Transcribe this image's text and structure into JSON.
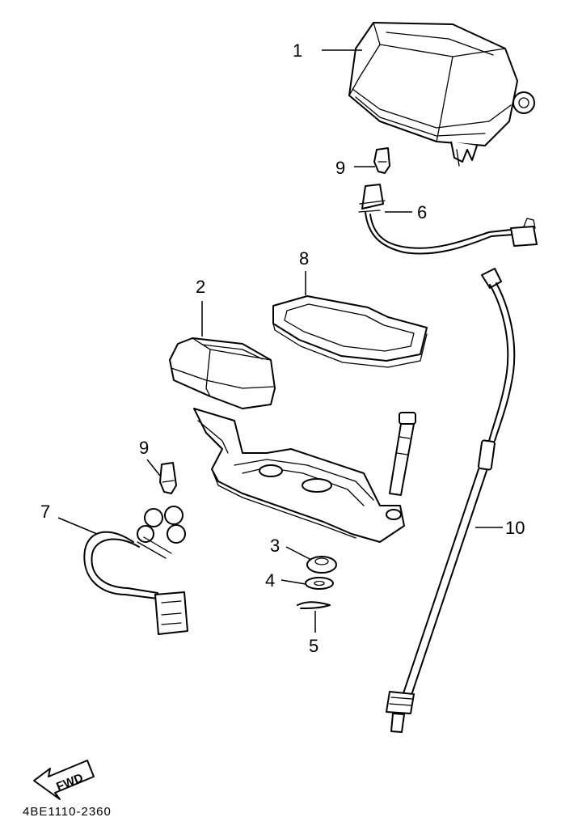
{
  "diagram": {
    "part_number": "4BE1110-2360",
    "direction_label": "FWD",
    "callouts": [
      {
        "id": "c1",
        "label": "1"
      },
      {
        "id": "c2",
        "label": "2"
      },
      {
        "id": "c3",
        "label": "3"
      },
      {
        "id": "c4",
        "label": "4"
      },
      {
        "id": "c5",
        "label": "5"
      },
      {
        "id": "c6",
        "label": "6"
      },
      {
        "id": "c7",
        "label": "7"
      },
      {
        "id": "c8",
        "label": "8"
      },
      {
        "id": "c9a",
        "label": "9"
      },
      {
        "id": "c9b",
        "label": "9"
      },
      {
        "id": "c10",
        "label": "10"
      }
    ]
  }
}
